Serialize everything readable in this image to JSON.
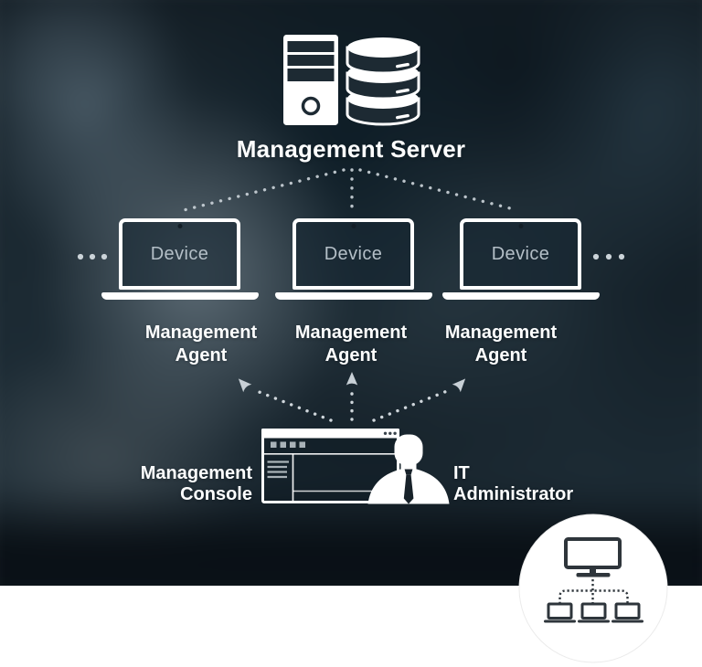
{
  "server": {
    "label": "Management Server",
    "icons": [
      "server-tower-icon",
      "database-stack-icon"
    ]
  },
  "devices": [
    {
      "label": "Device"
    },
    {
      "label": "Device"
    },
    {
      "label": "Device"
    }
  ],
  "agents": [
    {
      "line1": "Management",
      "line2": "Agent"
    },
    {
      "line1": "Management",
      "line2": "Agent"
    },
    {
      "line1": "Management",
      "line2": "Agent"
    }
  ],
  "console": {
    "line1": "Management",
    "line2": "Console",
    "icon": "console-window-icon"
  },
  "administrator": {
    "line1": "IT",
    "line2": "Administrator",
    "icon": "person-silhouette-icon"
  },
  "badge": {
    "icon": "network-topology-icon"
  },
  "connectors": {
    "server_to_devices": "dotted-fan-links",
    "console_to_agents": "dotted-arrow-links"
  },
  "colors": {
    "icon_white": "#ffffff",
    "icon_dark": "#1d2a33",
    "badge_icon": "#2e353b",
    "connector_dot": "#c9d1d7",
    "device_text": "#b4bfc7",
    "bottom_background": "#ffffff"
  }
}
